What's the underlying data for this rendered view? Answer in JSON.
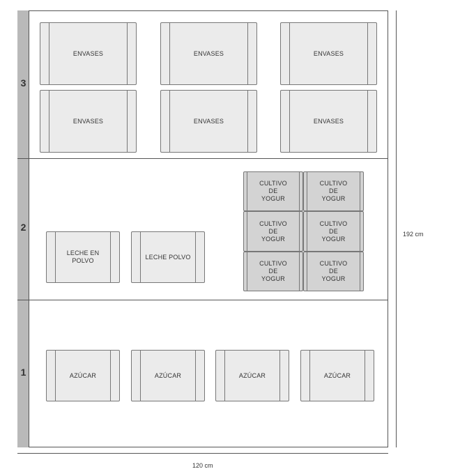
{
  "levels": [
    "1",
    "2",
    "3"
  ],
  "dimensions": {
    "height": "192 cm",
    "width": "120 cm"
  },
  "level3": {
    "items": [
      "ENVASES",
      "ENVASES",
      "ENVASES",
      "ENVASES",
      "ENVASES",
      "ENVASES"
    ]
  },
  "level2": {
    "leche_en_polvo": "LECHE EN\nPOLVO",
    "leche_polvo": "LECHE POLVO",
    "cultivos": [
      "CULTIVO DE\nYOGUR",
      "CULTIVO DE\nYOGUR",
      "CULTIVO DE\nYOGUR",
      "CULTIVO DE\nYOGUR",
      "CULTIVO DE\nYOGUR",
      "CULTIVO DE\nYOGUR"
    ]
  },
  "level1": {
    "items": [
      "AZÚCAR",
      "AZÚCAR",
      "AZÚCAR",
      "AZÚCAR"
    ]
  },
  "colors": {
    "box_fill": "#ebebeb",
    "box_fill_dark": "#d3d3d3",
    "level_bar": "#b9b9b9",
    "outline": "#555555"
  }
}
